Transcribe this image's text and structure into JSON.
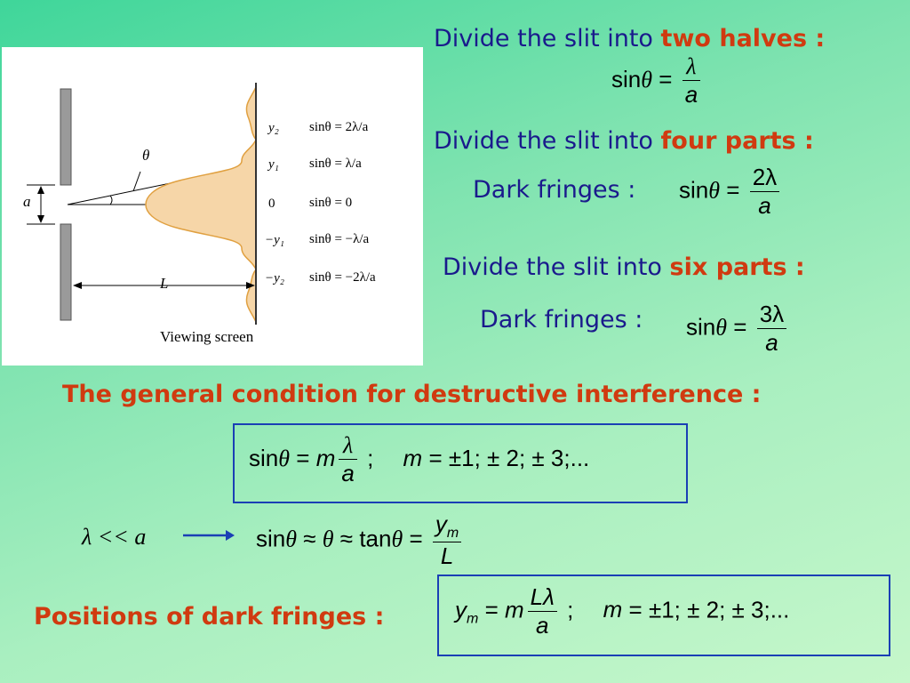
{
  "heading_two_halves": {
    "prefix": "Divide the slit into ",
    "emph": "two halves :"
  },
  "heading_four_parts": {
    "prefix": "Divide the slit into ",
    "emph": "four parts :"
  },
  "heading_six_parts": {
    "prefix": "Divide the slit into ",
    "emph": "six parts :"
  },
  "dark_fringes_label": "Dark fringes :",
  "general_condition": "The general condition for destructive interference :",
  "positions_label": "Positions of dark fringes :",
  "eq": {
    "sin": "sin",
    "tan": "tan",
    "theta": "θ",
    "lambda": "λ",
    "two_lambda": "2λ",
    "three_lambda": "3λ",
    "a": "a",
    "m": "m",
    "L": "L",
    "L_lambda": "Lλ",
    "y": "y",
    "sub_m": "m",
    "equals": "=",
    "approx": "≈",
    "semicolon": ";",
    "m_values": "±1; ± 2; ± 3;...",
    "lambda_ll_a": "λ << a"
  },
  "figure": {
    "theta": "θ",
    "a": "a",
    "L": "L",
    "screen_caption": "Viewing screen",
    "positions": [
      "y₂",
      "y₁",
      "0",
      "−y₁",
      "−y₂"
    ],
    "conditions": [
      "sinθ = 2λ/a",
      "sinθ = λ/a",
      "sinθ = 0",
      "sinθ = −λ/a",
      "sinθ = −2λ/a"
    ]
  }
}
